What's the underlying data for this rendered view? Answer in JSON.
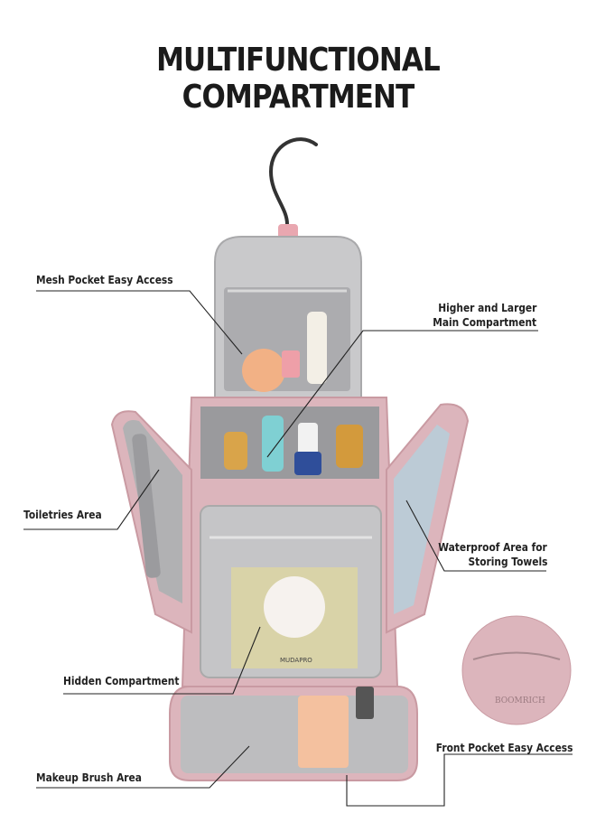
{
  "title": "MULTIFUNCTIONAL COMPARTMENT",
  "callouts": {
    "mesh_pocket": "Mesh Pocket Easy Access",
    "main_compartment_line1": "Higher and Larger",
    "main_compartment_line2": "Main Compartment",
    "toiletries": "Toiletries Area",
    "waterproof_line1": "Waterproof Area for",
    "waterproof_line2": "Storing Towels",
    "hidden": "Hidden Compartment",
    "front_pocket": "Front Pocket Easy Access",
    "makeup_brush": "Makeup Brush Area"
  },
  "product": {
    "brand_mark": "BOOMRICH",
    "booklet_text": "MUDAPRO"
  },
  "colors": {
    "bag_pink": "#dcb5bc",
    "lining_gray": "#b9b9bb",
    "line": "#222222"
  }
}
